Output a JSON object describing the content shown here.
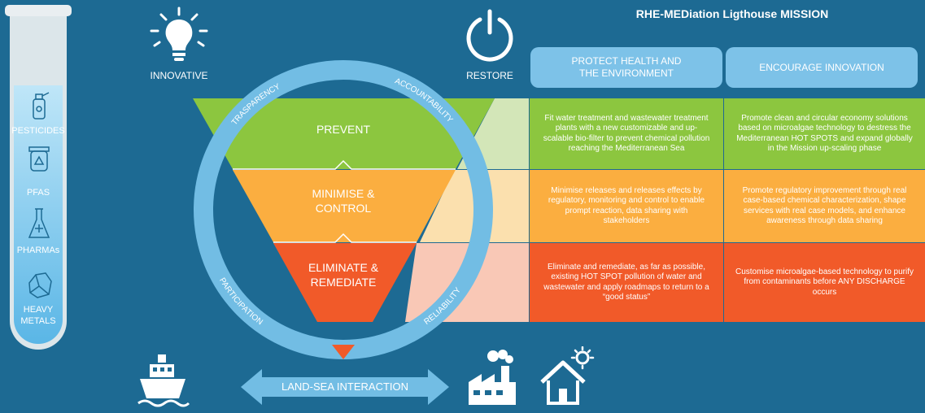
{
  "title": "RHE-MEDiation Ligthouse MISSION",
  "icons": {
    "innovative": "INNOVATIVE",
    "restore": "RESTORE"
  },
  "tube": {
    "items": [
      "PESTICIDES",
      "PFAS",
      "PHARMAs",
      "HEAVY METALS"
    ]
  },
  "ring": {
    "top_left": "TRASPARENCY",
    "top_right": "ACCOUNTABILITY",
    "bottom_left": "PARTICIPATION",
    "bottom_right": "RELIABILITY"
  },
  "levels": [
    {
      "label": "PREVENT",
      "color": "#8cc63f"
    },
    {
      "label": "MINIMISE & CONTROL",
      "color": "#fbae40"
    },
    {
      "label": "ELIMINATE & REMEDIATE",
      "color": "#f15a29"
    }
  ],
  "columns": [
    "PROTECT HEALTH AND THE ENVIRONMENT",
    "ENCOURAGE INNOVATION"
  ],
  "cells": [
    [
      "Fit water treatment and wastewater treatment plants with a new customizable and up-scalable bio-filter to prevent chemical pollution reaching the Mediterranean Sea",
      "Promote clean and circular economy solutions based on microalgae technology to destress the Mediterranean HOT SPOTS and expand globally in the Mission up-scaling phase"
    ],
    [
      "Minimise releases and releases effects by regulatory, monitoring and control to enable prompt reaction, data sharing with stakeholders",
      "Promote regulatory improvement through real case-based chemical characterization, shape services with real case models, and enhance awareness through data sharing"
    ],
    [
      "Eliminate and remediate, as far as possible, existing HOT SPOT pollution of water and wastewater and apply roadmaps to return to a “good status”",
      "Customise microalgae-based technology to purify from contaminants before ANY DISCHARGE occurs"
    ]
  ],
  "bottom": {
    "arrow_label": "LAND-SEA INTERACTION"
  }
}
